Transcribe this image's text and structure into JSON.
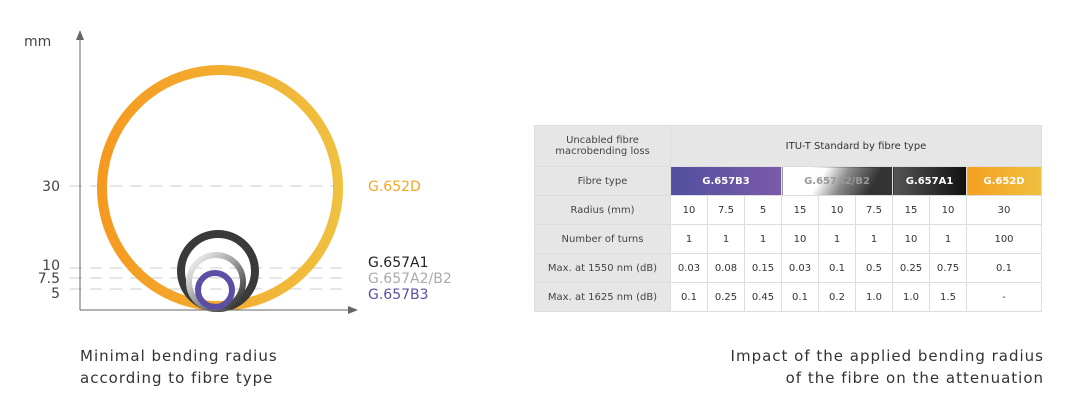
{
  "diagram": {
    "unit": "mm",
    "ticks": [
      "30",
      "10",
      "7.5",
      "5"
    ],
    "labels": [
      {
        "name": "G.652D",
        "color": "#f5a623"
      },
      {
        "name": "G.657A1",
        "color": "#222222"
      },
      {
        "name": "G.657A2/B2",
        "color": "#aaaaaa"
      },
      {
        "name": "G.657B3",
        "color": "#5b4fa5"
      }
    ],
    "caption_line1": "Minimal bending radius",
    "caption_line2": "according to fibre type"
  },
  "table": {
    "corner": "Uncabled fibre macrobending loss",
    "header": "ITU-T Standard by fibre type",
    "fibre_type_label": "Fibre type",
    "types": [
      "G.657B3",
      "G.657A2/B2",
      "G.657A1",
      "G.652D"
    ],
    "rows": [
      {
        "label": "Radius (mm)",
        "values": [
          "10",
          "7.5",
          "5",
          "15",
          "10",
          "7.5",
          "15",
          "10",
          "30"
        ]
      },
      {
        "label": "Number of turns",
        "values": [
          "1",
          "1",
          "1",
          "10",
          "1",
          "1",
          "10",
          "1",
          "100"
        ]
      },
      {
        "label": "Max. at 1550 nm (dB)",
        "values": [
          "0.03",
          "0.08",
          "0.15",
          "0.03",
          "0.1",
          "0.5",
          "0.25",
          "0.75",
          "0.1"
        ]
      },
      {
        "label": "Max. at 1625 nm (dB)",
        "values": [
          "0.1",
          "0.25",
          "0.45",
          "0.1",
          "0.2",
          "1.0",
          "1.0",
          "1.5",
          "-"
        ]
      }
    ],
    "caption_line1": "Impact of the applied bending radius",
    "caption_line2": "of the fibre on the attenuation"
  }
}
